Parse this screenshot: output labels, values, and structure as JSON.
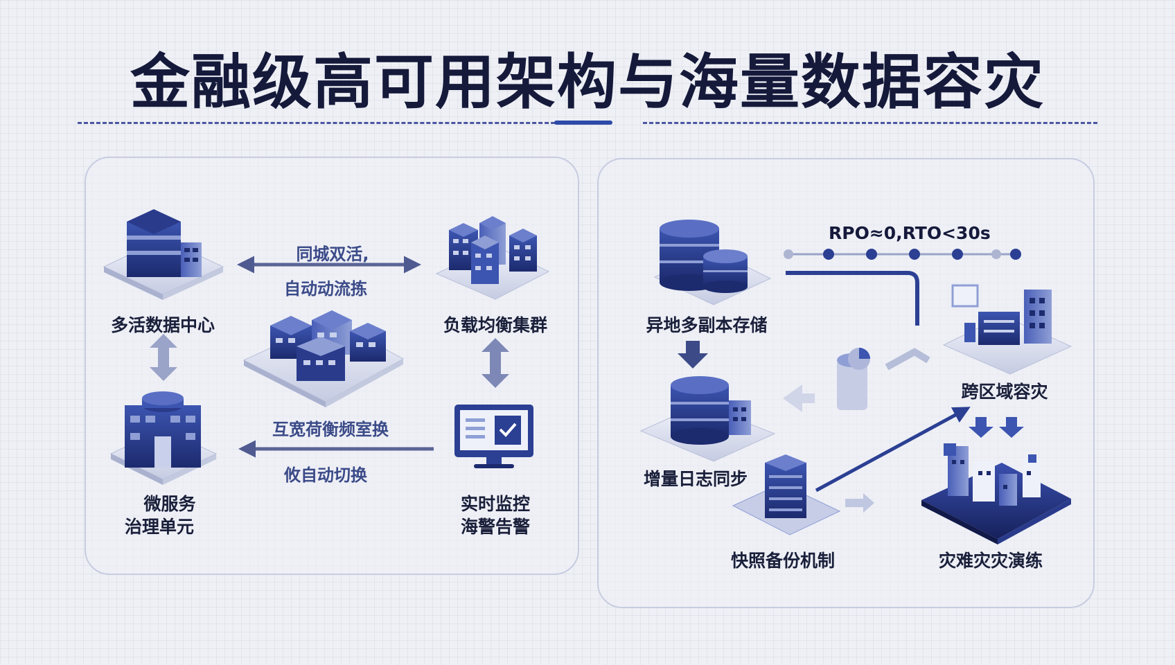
{
  "title": "金融级高可用架构与海量数据容灾",
  "left_panel": {
    "nodes": {
      "datacenter": "多活数据中心",
      "load_balancer": "负载均衡集群",
      "microservice_line1": "微服务",
      "microservice_line2": "治理单元",
      "monitor_line1": "实时监控",
      "monitor_line2": "海警告警"
    },
    "flows": {
      "top_line1": "同城双活,",
      "top_line2": "自动动流拣",
      "bottom_line1": "互宽荷衡频室换",
      "bottom_line2": "攸自动切换"
    }
  },
  "right_panel": {
    "metric": "RPO≈0,RTO<30s",
    "nodes": {
      "storage": "异地多副本存储",
      "incremental": "增量日志同步",
      "snapshot": "快照备份机制",
      "cross_region": "跨区域容灾",
      "drill": "灾难灾灾演练"
    }
  },
  "colors": {
    "primary": "#2b3f93",
    "dark": "#1c2a6e",
    "light": "#8f9fd6",
    "arrow": "#5a6496"
  }
}
